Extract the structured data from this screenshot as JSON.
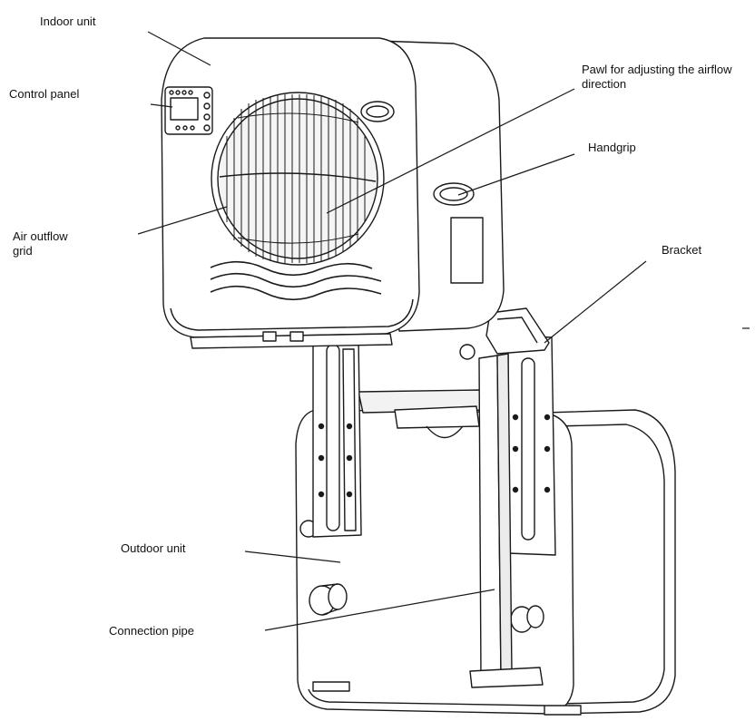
{
  "labels": {
    "indoor_unit": "Indoor unit",
    "control_panel": "Control panel",
    "air_outflow_grid_line1": "Air outflow",
    "air_outflow_grid_line2": "grid",
    "pawl_line1": "Pawl for adjusting the airflow",
    "pawl_line2": "direction",
    "handgrip": "Handgrip",
    "bracket": "Bracket",
    "outdoor_unit": "Outdoor unit",
    "connection_pipe": "Connection pipe"
  },
  "colors": {
    "line": "#1a1a1a",
    "fill": "#ffffff",
    "shade": "#e9e9e9"
  }
}
